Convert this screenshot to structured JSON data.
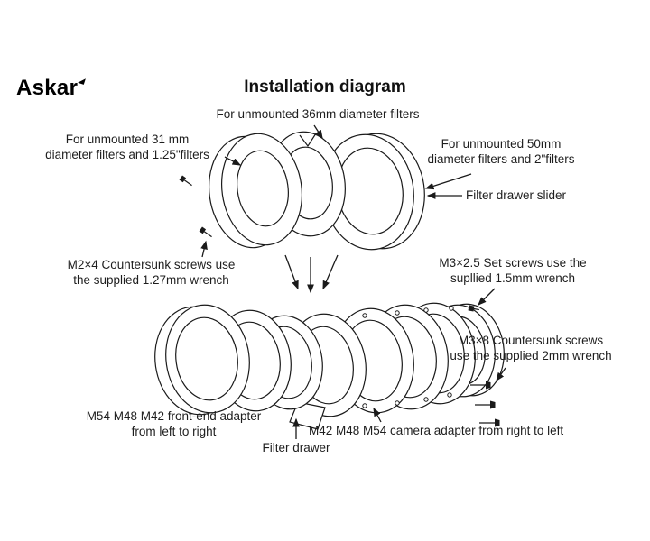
{
  "colors": {
    "ink": "#1a1a1a",
    "background": "#ffffff"
  },
  "logo": {
    "text": "Askar"
  },
  "title": "Installation diagram",
  "labels": {
    "top_filter": "For unmounted 36mm diameter filters",
    "left_filter": [
      "For unmounted 31 mm",
      "diameter filters and 1.25\"filters"
    ],
    "right_filter": [
      "For unmounted 50mm",
      "diameter filters and 2\"filters"
    ],
    "slider": "Filter drawer slider",
    "m2_screws": [
      "M2×4 Countersunk screws use",
      "the supplied 1.27mm wrench"
    ],
    "m3_set_screws": [
      "M3×2.5 Set screws use the",
      "supllied 1.5mm wrench"
    ],
    "m3_countersunk": [
      "M3×8 Countersunk screws",
      "use the supplied 2mm wrench"
    ],
    "front_adapter": [
      "M54 M48 M42 front-end adapter",
      "from left to right"
    ],
    "filter_drawer": "Filter drawer",
    "camera_adapter": "M42 M48 M54 camera adapter from right to left"
  }
}
